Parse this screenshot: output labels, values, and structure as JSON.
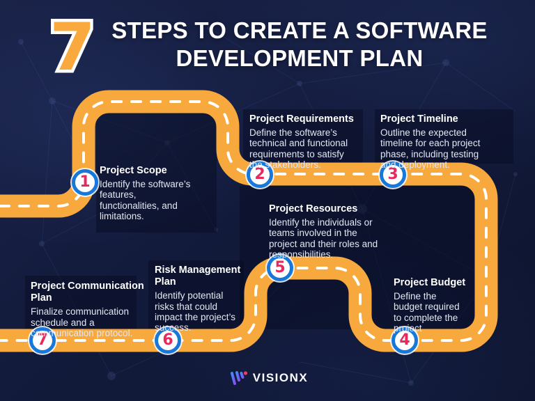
{
  "header": {
    "big_number": "7",
    "title": "STEPS TO CREATE A SOFTWARE\nDEVELOPMENT PLAN"
  },
  "steps": [
    {
      "number": "1",
      "title": "Project Scope",
      "description": "Identify the software’s\nfeatures,\nfunctionalities, and\nlimitations."
    },
    {
      "number": "2",
      "title": "Project Requirements",
      "description": "Define the software’s\ntechnical and functional\nrequirements to satisfy\nthe stakeholders."
    },
    {
      "number": "3",
      "title": "Project Timeline",
      "description": "Outline the expected\ntimeline for each project\nphase, including testing\nand deployment."
    },
    {
      "number": "4",
      "title": "Project Budget",
      "description": "Define the\nbudget required\nto complete the\nproject"
    },
    {
      "number": "5",
      "title": "Project Resources",
      "description": "Identify the individuals or\nteams involved in the\nproject and their roles and\nresponsibilities."
    },
    {
      "number": "6",
      "title": "Risk Management\nPlan",
      "description": "Identify potential\nrisks that could\nimpact the project’s\nsuccess."
    },
    {
      "number": "7",
      "title": "Project Communication\nPlan",
      "description": "Finalize communication\nschedule and a\ncommunication protocol."
    }
  ],
  "footer": {
    "brand": "VISIONX"
  },
  "colors": {
    "background_navy": "#131B3C",
    "road_orange": "#F8A93E",
    "road_dash_white": "#FFFFFF",
    "marker_ring_blue": "#1778D9",
    "marker_number_red": "#E8295B",
    "big_seven_orange": "#F9A93E",
    "logo_gradient_start": "#3E8EF7",
    "logo_gradient_end": "#8A4DF5",
    "logo_dot_red": "#F03E5E"
  }
}
